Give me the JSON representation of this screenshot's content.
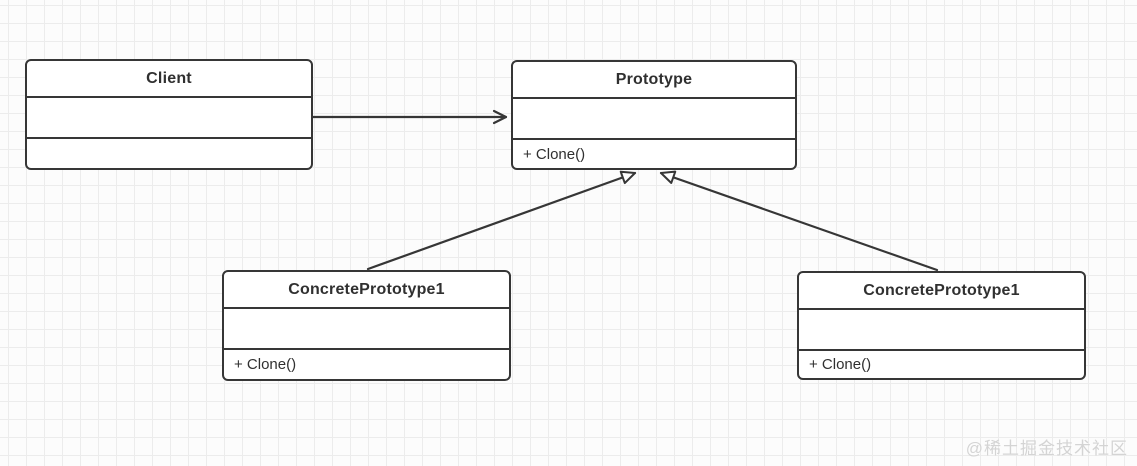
{
  "diagram": {
    "classes": [
      {
        "name": "Client",
        "attributes": "",
        "methods": ""
      },
      {
        "name": "Prototype",
        "attributes": "",
        "methods": "+ Clone()"
      },
      {
        "name": "ConcretePrototype1",
        "attributes": "",
        "methods": "+ Clone()"
      },
      {
        "name": "ConcretePrototype1",
        "attributes": "",
        "methods": "+ Clone()"
      }
    ],
    "relations": [
      {
        "from": "Client",
        "to": "Prototype",
        "type": "association",
        "arrowhead": "open"
      },
      {
        "from": "ConcretePrototype1 (left)",
        "to": "Prototype",
        "type": "generalization",
        "arrowhead": "hollow-triangle"
      },
      {
        "from": "ConcretePrototype1 (right)",
        "to": "Prototype",
        "type": "generalization",
        "arrowhead": "hollow-triangle"
      }
    ]
  },
  "watermark": {
    "text": "@稀土掘金技术社区"
  },
  "colors": {
    "line": "#363636",
    "box_background": "#ffffff",
    "canvas_background": "#fcfcfc",
    "grid_line": "#ececec",
    "text": "#303030",
    "watermark_text": "#d4d4d4"
  }
}
